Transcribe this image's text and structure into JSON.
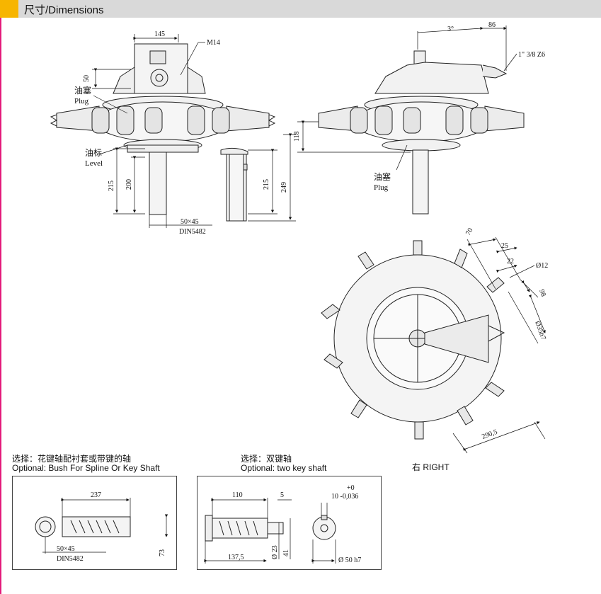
{
  "header": {
    "title": "尺寸/Dimensions",
    "accent_color": "#f7b500",
    "bar_color": "#d9d9d9",
    "stripe_color": "#e31b7b"
  },
  "front_view": {
    "dim_145": "145",
    "dim_m14": "M14",
    "dim_50": "50",
    "plug_cn": "油塞",
    "plug_en": "Plug",
    "level_cn": "油标",
    "level_en": "Level",
    "dim_215": "215",
    "dim_200": "200",
    "spline_size": "50×45",
    "spline_std": "DIN5482"
  },
  "side_section": {
    "dim_215": "215",
    "dim_249": "249"
  },
  "side_view": {
    "dim_3deg": "3°",
    "dim_86": "86",
    "thread": "1\" 3/8 Z6",
    "dim_118": "118",
    "plug_cn": "油塞",
    "plug_en": "Plug"
  },
  "top_view": {
    "dim_70": "70",
    "dim_25": "25",
    "dim_22": "22",
    "dim_dia12": "Ø12",
    "dim_98": "98",
    "dim_dia35": "Ø35h7",
    "dim_290": "290,5",
    "caption": "右 RIGHT"
  },
  "option1": {
    "title_cn": "选择：花键轴配衬套或带键的轴",
    "title_en": "Optional: Bush For Spline Or Key Shaft",
    "dim_237": "237",
    "spline_size": "50×45",
    "spline_std": "DIN5482",
    "dim_73": "73"
  },
  "option2": {
    "title_cn": "选择：双键轴",
    "title_en": "Optional: two key shaft",
    "dim_110": "110",
    "dim_5": "5",
    "tol_upper": "+0",
    "tol_text": "10  -0,036",
    "dim_137": "137,5",
    "dim_dia23": "Ø 23",
    "dim_41": "41",
    "dim_dia50": "Ø 50  h7"
  }
}
